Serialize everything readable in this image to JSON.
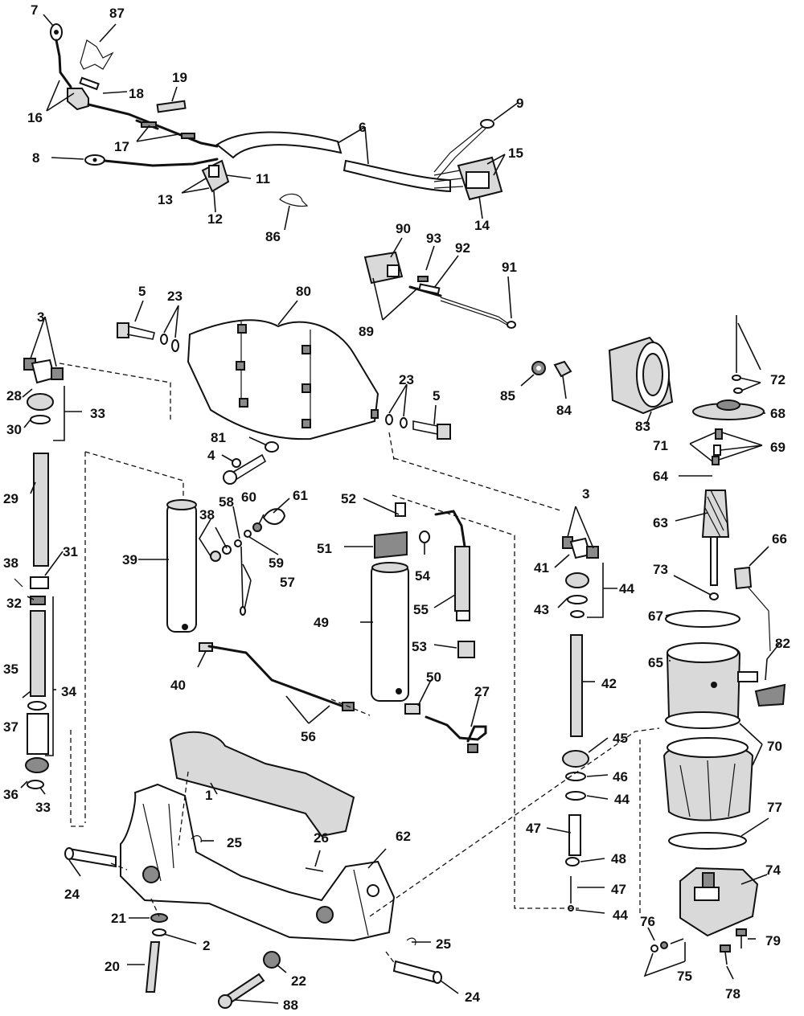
{
  "callouts": [
    "1",
    "2",
    "3",
    "4",
    "5",
    "6",
    "7",
    "8",
    "9",
    "11",
    "12",
    "13",
    "14",
    "15",
    "16",
    "17",
    "18",
    "19",
    "20",
    "21",
    "22",
    "23",
    "24",
    "25",
    "26",
    "27",
    "28",
    "29",
    "30",
    "31",
    "32",
    "33",
    "34",
    "35",
    "36",
    "37",
    "38",
    "39",
    "40",
    "41",
    "42",
    "43",
    "44",
    "45",
    "46",
    "47",
    "48",
    "49",
    "50",
    "51",
    "52",
    "53",
    "54",
    "55",
    "56",
    "57",
    "58",
    "59",
    "60",
    "61",
    "62",
    "63",
    "64",
    "65",
    "66",
    "67",
    "68",
    "69",
    "70",
    "71",
    "72",
    "73",
    "74",
    "75",
    "76",
    "77",
    "78",
    "79",
    "80",
    "81",
    "82",
    "83",
    "84",
    "85",
    "86",
    "87",
    "88",
    "89",
    "90",
    "91",
    "92",
    "93"
  ]
}
